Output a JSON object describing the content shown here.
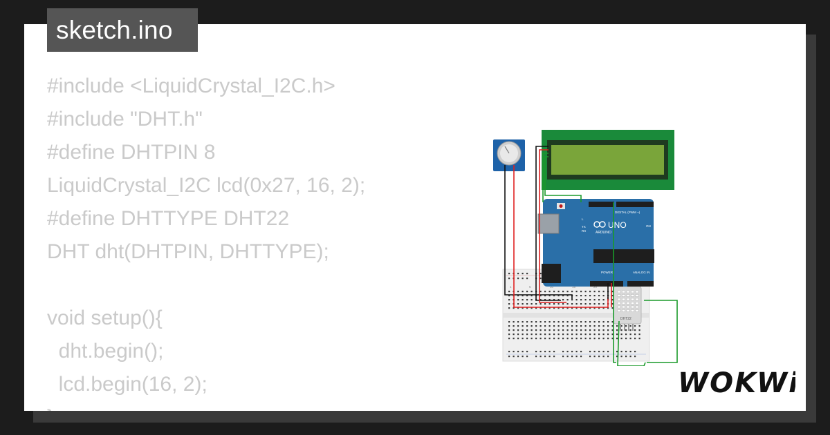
{
  "file_tab": {
    "title": "sketch.ino"
  },
  "code_lines": [
    "#include <LiquidCrystal_I2C.h>",
    "#include \"DHT.h\"",
    "#define DHTPIN 8",
    "LiquidCrystal_I2C lcd(0x27, 16, 2);",
    "#define DHTTYPE DHT22",
    "DHT dht(DHTPIN, DHTTYPE);",
    "",
    "void setup(){",
    "  dht.begin();",
    "  lcd.begin(16, 2);",
    "}"
  ],
  "board": {
    "logo": "UNO",
    "brand": "ARDUINO",
    "digital_label": "DIGITAL (PWM ~)",
    "power_label": "POWER",
    "analog_label": "ANALOG IN",
    "on_label": "ON",
    "tx_label": "TX",
    "rx_label": "RX",
    "l_label": "L"
  },
  "sensor": {
    "label": "DHT22"
  },
  "breadboard": {
    "col_labels": [
      "1",
      "5",
      "10",
      "15",
      "20",
      "25",
      "30"
    ]
  },
  "brand_logo": {
    "text": "WOKWi"
  },
  "colors": {
    "background": "#1c1c1c",
    "card": "#ffffff",
    "tab": "#555555",
    "code_text": "#cacaca",
    "lcd_pcb": "#1a8a3a",
    "lcd_screen": "#7aa53a",
    "arduino": "#2a6fa8",
    "sensor": "#d9d9d9",
    "wire_red": "#e02020",
    "wire_black": "#111111",
    "wire_green": "#1a9a2a"
  },
  "icons": {
    "logo": "wokwi-logo",
    "arduino_logo": "infinity-icon"
  }
}
